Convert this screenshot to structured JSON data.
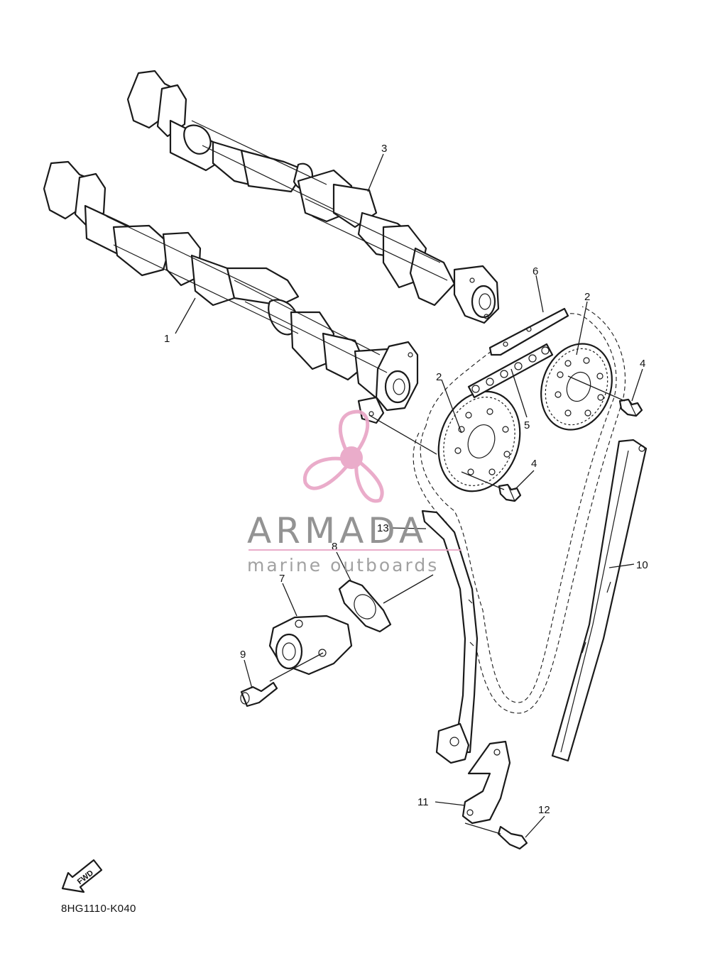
{
  "diagram": {
    "code": "8HG1110-K040",
    "fwd_label": "FWD",
    "callouts": [
      {
        "id": "callout-1",
        "text": "1"
      },
      {
        "id": "callout-2a",
        "text": "2"
      },
      {
        "id": "callout-2b",
        "text": "2"
      },
      {
        "id": "callout-3",
        "text": "3"
      },
      {
        "id": "callout-4a",
        "text": "4"
      },
      {
        "id": "callout-4b",
        "text": "4"
      },
      {
        "id": "callout-5",
        "text": "5"
      },
      {
        "id": "callout-6",
        "text": "6"
      },
      {
        "id": "callout-7",
        "text": "7"
      },
      {
        "id": "callout-8",
        "text": "8"
      },
      {
        "id": "callout-9",
        "text": "9"
      },
      {
        "id": "callout-10",
        "text": "10"
      },
      {
        "id": "callout-11",
        "text": "11"
      },
      {
        "id": "callout-12",
        "text": "12"
      },
      {
        "id": "callout-13",
        "text": "13"
      }
    ]
  },
  "watermark": {
    "title": "ARMADA",
    "subtitle": "marine outboards",
    "title_color": "#8a8a8a",
    "accent_color": "#e9a6c6"
  }
}
